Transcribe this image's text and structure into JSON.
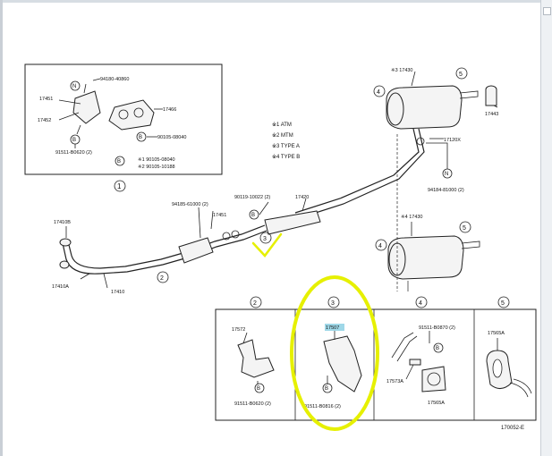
{
  "frame": {
    "accent": "#e6f000"
  },
  "inset1": {
    "labels": [
      "94180-40860",
      "17451",
      "17466",
      "17452",
      "90105-08040",
      "91511-B0620 (2)",
      "※1 90105-08040",
      "※2 90105-10188"
    ],
    "circle_letters": [
      "N",
      "B",
      "B",
      "B"
    ],
    "index": "1"
  },
  "legend": [
    "※1 ATM",
    "※2 MTM",
    "※3 TYPE A",
    "※4 TYPE B"
  ],
  "main": {
    "labels": {
      "muffler_top": "※3 17430",
      "tailpipe_tip": "17443",
      "center_bracket": "17120X",
      "hanger_bolt": "94184-81000 (2)",
      "muffler_bottom": "※4 17430",
      "gasket_bolt": "90119-10022 (2)",
      "center_pipe": "17420",
      "nut_left": "94185-61000 (2)",
      "gasket": "17451",
      "front_gasket": "17410B",
      "front_pipe": "17410",
      "clamp": "17410A"
    },
    "circle_numbers": {
      "muffler_top_idx": "4",
      "tail_idx": "5",
      "muffler_bottom_idx_left": "4",
      "muffler_bottom_idx_right": "5",
      "pipe_idx": "2",
      "pipe_idx_center": "3",
      "bottom_idx": "4"
    },
    "circle_letters": {
      "n_hanger": "N",
      "b_center": "B"
    }
  },
  "detail_panels": {
    "headers": [
      "2",
      "3",
      "4",
      "5"
    ],
    "panel2": {
      "top_label": "17572",
      "bolt": "91511-B0620 (2)",
      "b": "B"
    },
    "panel3": {
      "top_label": "17507",
      "bolt": "91511-B0816 (2)",
      "b": "B"
    },
    "panel4": {
      "top_label": "91511-B0870 (2)",
      "bracket": "17573A",
      "b": "B",
      "rubber": "17565A"
    },
    "panel5": {
      "top_label": "17565A"
    }
  },
  "catalog_code": "170052-E"
}
